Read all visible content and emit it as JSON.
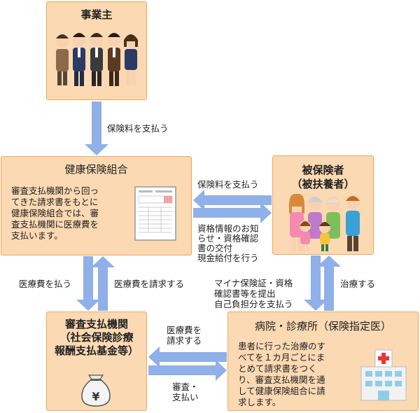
{
  "nodes": {
    "employer": {
      "title": "事業主"
    },
    "health_insurance": {
      "title": "健康保険組合",
      "body": "審査支払機関から回っ\nてきた請求書をもとに\n健康保険組合では、審\n査支払機関に医療費を\n支払います。"
    },
    "insured": {
      "title": "被保険者\n（被扶養者）"
    },
    "review_org": {
      "title": "審査支払機関\n（社会保険診療\n報酬支払基金等）"
    },
    "hospital": {
      "title": "病院・診療所（保険指定医）",
      "body": "患者に行った治療のす\nべてを１カ月ごとにま\nとめて請求書をつく\nり、審査支払機関を通\nして健康保険組合に請\n求します。"
    }
  },
  "arrows": {
    "employer_to_union": "保険料を支払う",
    "insured_to_union": "保険料を支払う",
    "union_to_insured": "資格情報のお知\nらせ・資格確認\n書の交付\n現金給付を行う",
    "union_to_review": "医療費を払う",
    "review_to_union": "医療費を請求する",
    "insured_to_hospital": "マイナ保険証・資格\n確認書等を提出\n自己負担分を支払う",
    "hospital_to_insured": "治療する",
    "hospital_to_review": "医療費を\n請求する",
    "review_to_hospital": "審査・\n支払い"
  },
  "colors": {
    "box_fill": "#fbd9b3",
    "box_border": "#f0a85a",
    "arrow": "#8fb0e8"
  },
  "icons": {
    "employer": "business-people-group-icon",
    "invoice": "invoice-document-icon",
    "family": "family-group-icon",
    "money_bag": "yen-money-bag-icon",
    "hospital": "hospital-building-icon"
  }
}
